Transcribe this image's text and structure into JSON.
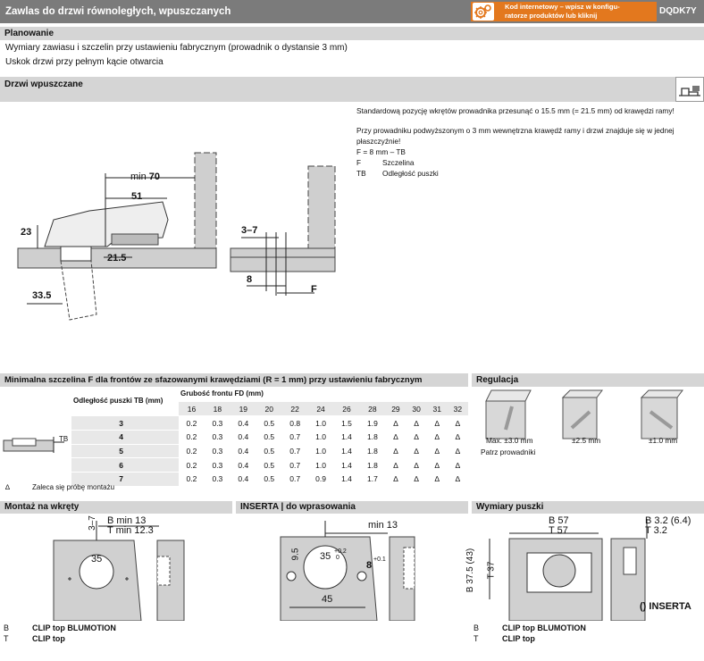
{
  "header": {
    "title": "Zawlas do drzwi równoległych, wpuszczanych",
    "code_text": "Kod internetowy – wpisz w konfiguratorze produktów lub kliknij",
    "code_line1": "Kod internetowy – wpisz w konfigu-",
    "code_line2": "ratorze produktów lub kliknij",
    "article_code": "DQDK7Y",
    "icon": "gears-icon",
    "accent_color": "#e3781e"
  },
  "planning": {
    "title": "Planowanie",
    "subtitle": "Wymiary zawiasu i szczelin przy ustawieniu fabrycznym (prowadnik o dystansie 3 mm)",
    "note": "Uskok drzwi przy pełnym kącie otwarcia"
  },
  "inset_door": {
    "title": "Drzwi wpuszczane",
    "notes": [
      "Standardową pozycję wkrętów prowadnika przesunąć o 15.5 mm (= 21.5 mm) od krawędzi ramy!",
      "Przy prowadniku podwyższonym o 3 mm wewnętrzna krawędź ramy i drzwi znajduje się w jednej",
      "płaszczyźnie!",
      "F = 8 mm – TB"
    ],
    "legend": [
      {
        "key": "F",
        "value": "Szczelina"
      },
      {
        "key": "TB",
        "value": "Odległość puszki"
      }
    ],
    "dims": {
      "min": "min",
      "d70": "70",
      "d51": "51",
      "d23": "23",
      "d21_5": "21.5",
      "d33_5": "33.5",
      "d3_7": "3–7",
      "d8": "8",
      "F": "F"
    }
  },
  "gap_table": {
    "title": "Minimalna szczelina F dla frontów ze sfazowanymi krawędziami (R = 1 mm) przy ustawieniu fabrycznym",
    "row_header": "Odległość puszki TB (mm)",
    "col_group_header": "Grubość frontu FD (mm)",
    "columns": [
      "16",
      "18",
      "19",
      "20",
      "22",
      "24",
      "26",
      "28",
      "29",
      "30",
      "31",
      "32"
    ],
    "rows": [
      {
        "tb": "3",
        "values": [
          "0.2",
          "0.3",
          "0.4",
          "0.5",
          "0.8",
          "1.0",
          "1.5",
          "1.9",
          "∆",
          "∆",
          "∆",
          "∆"
        ]
      },
      {
        "tb": "4",
        "values": [
          "0.2",
          "0.3",
          "0.4",
          "0.5",
          "0.7",
          "1.0",
          "1.4",
          "1.8",
          "∆",
          "∆",
          "∆",
          "∆"
        ]
      },
      {
        "tb": "5",
        "values": [
          "0.2",
          "0.3",
          "0.4",
          "0.5",
          "0.7",
          "1.0",
          "1.4",
          "1.8",
          "∆",
          "∆",
          "∆",
          "∆"
        ]
      },
      {
        "tb": "6",
        "values": [
          "0.2",
          "0.3",
          "0.4",
          "0.5",
          "0.7",
          "1.0",
          "1.4",
          "1.8",
          "∆",
          "∆",
          "∆",
          "∆"
        ]
      },
      {
        "tb": "7",
        "values": [
          "0.2",
          "0.3",
          "0.4",
          "0.5",
          "0.7",
          "0.9",
          "1.4",
          "1.7",
          "∆",
          "∆",
          "∆",
          "∆"
        ]
      }
    ],
    "tb_label": "TB",
    "footnote_symbol": "∆",
    "footnote": "Zaleca się próbę montażu"
  },
  "adjustment": {
    "title": "Regulacja",
    "items": [
      {
        "value": "Max. ±3.0 mm",
        "label": "Patrz prowadniki"
      },
      {
        "value": "±2.5 mm",
        "label": ""
      },
      {
        "value": "±1.0 mm",
        "label": ""
      }
    ]
  },
  "screw_mount": {
    "title": "Montaż na wkręty",
    "dims": {
      "d3_7": "3–7",
      "b": "B min 13",
      "t": "T min 12.3",
      "d35": "35"
    }
  },
  "inserta": {
    "title": "INSERTA | do wprasowania",
    "dims": {
      "min13": "min 13",
      "d9_5": "9.5",
      "d35": "35",
      "tol_plus": "+0.2",
      "tol_zero": "0",
      "d8": "8",
      "d8_tol": "+0.1",
      "d45": "45"
    }
  },
  "cup_dims": {
    "title": "Wymiary puszki",
    "dims": {
      "b57": "B 57",
      "t57": "T 57",
      "b37": "B 37.5 (43)",
      "t37": "T 37",
      "b32": "B 3.2 (6.4)",
      "t32": "T 3.2",
      "inserta": "() INSERTA"
    }
  },
  "legend_bottom": [
    {
      "key": "B",
      "value": "CLIP top BLUMOTION"
    },
    {
      "key": "T",
      "value": "CLIP top"
    }
  ]
}
